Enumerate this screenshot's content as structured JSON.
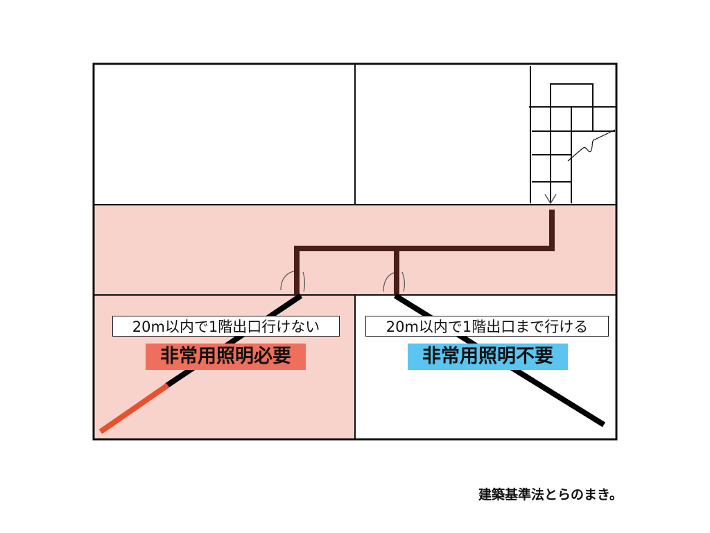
{
  "left_room": {
    "condition": "20m以内で1階出口行けない",
    "result": "非常用照明必要",
    "result_color": "#ee6f5c"
  },
  "right_room": {
    "condition": "20m以内で1階出口まで行ける",
    "result": "非常用照明不要",
    "result_color": "#5bc4f1"
  },
  "colors": {
    "corridor": "#f8d3cc",
    "route": "#4a1f1a",
    "excess_route": "#e8502e"
  },
  "caption": "建築基準法とらのまき。"
}
